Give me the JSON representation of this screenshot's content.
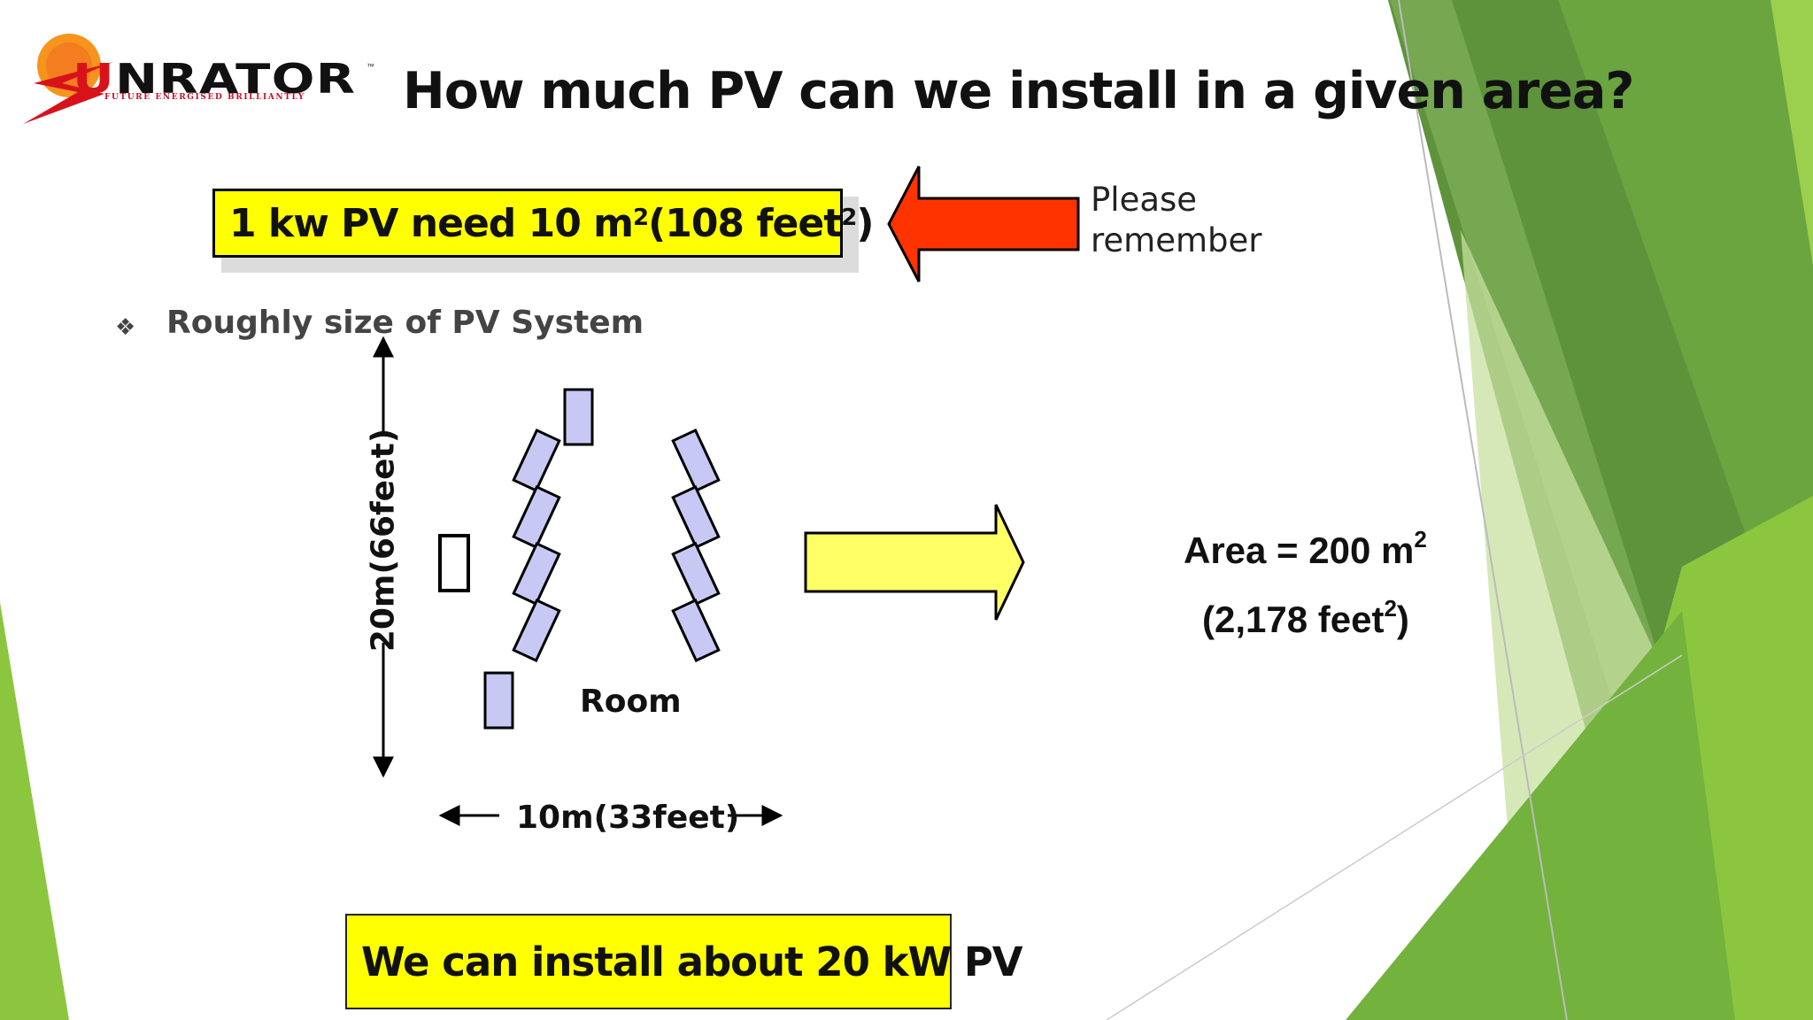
{
  "logo": {
    "wordmark_first": "U",
    "wordmark_rest": "NRATOR",
    "tagline": "FUTURE ENERGISED BRILLIANTLY",
    "trademark": "™",
    "colors": {
      "sun": "#f7941d",
      "bolt": "#d8121b",
      "text": "#111111"
    }
  },
  "title": "How much PV can we install in a given area?",
  "rule": {
    "text_before": "1 kw PV need 10 m",
    "sup1": "2",
    "text_middle": " (108 feet",
    "sup2": "2",
    "text_after": ")",
    "background": "#ffff00"
  },
  "reminder": {
    "line1": "Please",
    "line2": "remember",
    "arrow_color": "#ff3300"
  },
  "bullet": {
    "icon": "diamond-bullet-icon",
    "symbol": "❖",
    "text": "Roughly size of PV System"
  },
  "diagram": {
    "height_label": "20m(66feet)",
    "width_label": "10m(33feet)",
    "room_label": "Room",
    "panel_color": "#c8c8f4",
    "arrow_color": "#ffff66"
  },
  "area": {
    "line1_text": "Area = 200 m",
    "line1_sup": "2",
    "line2_text": "(2,178 feet",
    "line2_sup": "2",
    "line2_close": ")"
  },
  "result": {
    "text": "We can install about 20 kW PV",
    "background": "#ffff00"
  },
  "theme": {
    "green_dark": "#5e9a3a",
    "green_light": "#8cc63f"
  }
}
